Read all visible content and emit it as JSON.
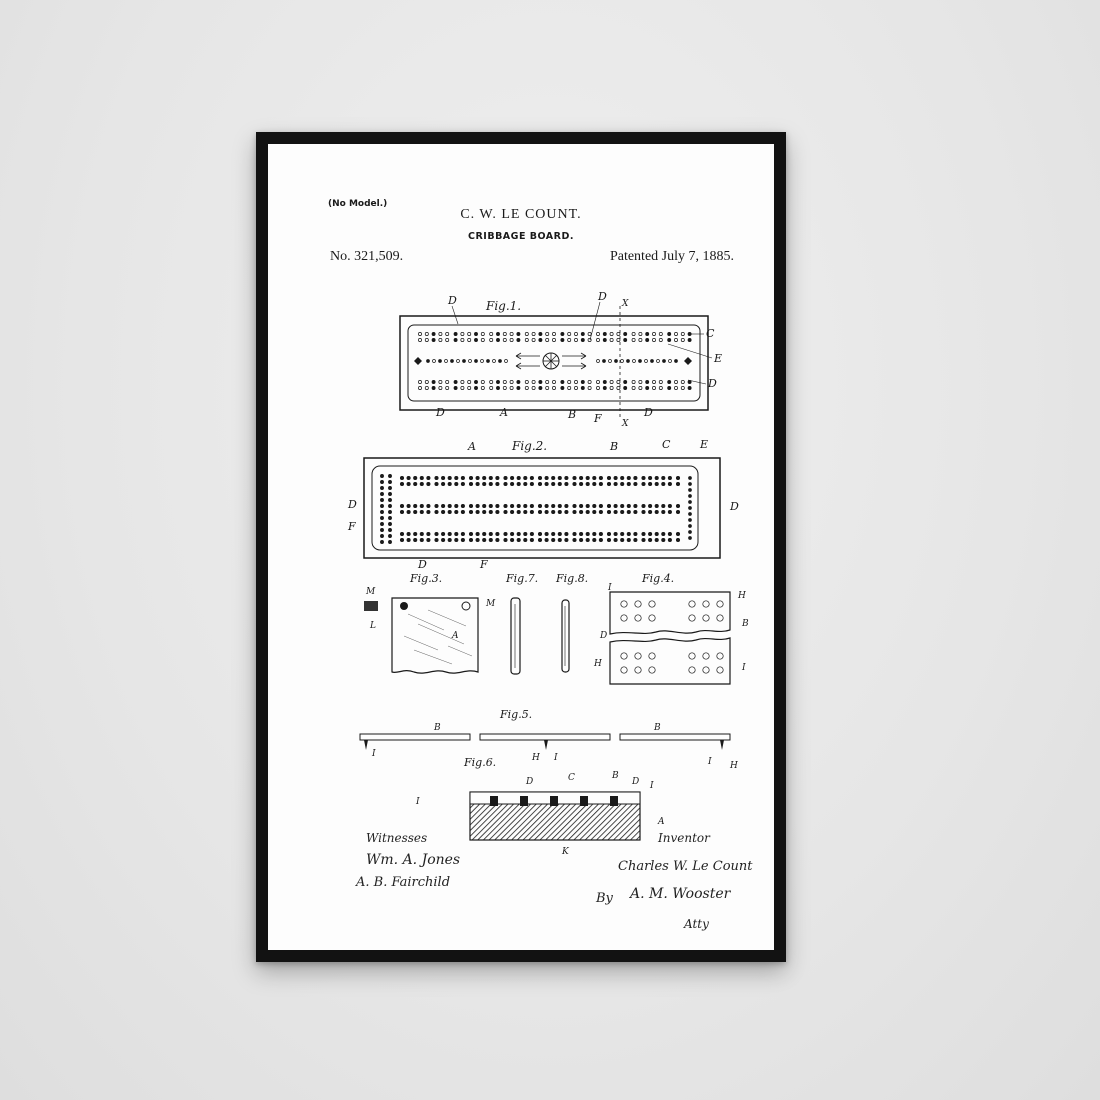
{
  "poster": {
    "no_model": "(No Model.)",
    "inventor": "C. W. LE COUNT.",
    "title": "CRIBBAGE BOARD.",
    "patent_number": "No. 321,509.",
    "patent_date": "Patented July 7, 1885."
  },
  "figures": {
    "fig1": "Fig.1.",
    "fig2": "Fig.2.",
    "fig3": "Fig.3.",
    "fig7": "Fig.7.",
    "fig8": "Fig.8.",
    "fig4": "Fig.4.",
    "fig5": "Fig.5.",
    "fig6": "Fig.6."
  },
  "labels": {
    "A": "A",
    "B": "B",
    "C": "C",
    "D": "D",
    "E": "E",
    "F": "F",
    "H": "H",
    "I": "I",
    "K": "K",
    "L": "L",
    "M": "M",
    "X": "X"
  },
  "signatures": {
    "witnesses_label": "Witnesses",
    "inventor_label": "Inventor",
    "witness_1": "Wm. A. Jones",
    "witness_2": "A. B. Fairchild",
    "inventor_signature": "Charles W. Le Count",
    "by": "By",
    "attorney": "A. M. Wooster",
    "attorney_abbrev": "Atty"
  },
  "colors": {
    "wall": "#e9e9e9",
    "frame": "#121212",
    "paper": "#fdfdfd",
    "ink": "#1a1a1a"
  }
}
